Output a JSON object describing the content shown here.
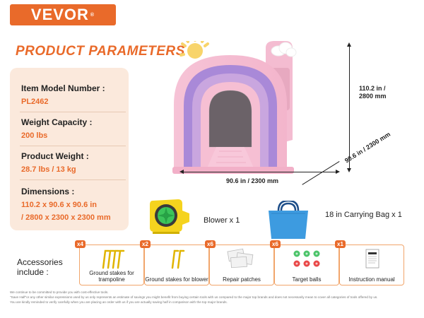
{
  "brand": {
    "name": "VEVOR",
    "registered": "®",
    "color": "#e96a2a"
  },
  "section_title": "PRODUCT PARAMETERS",
  "params": [
    {
      "label": "Item Model Number :",
      "value": "PL2462"
    },
    {
      "label": "Weight Capacity :",
      "value": "200 lbs"
    },
    {
      "label": "Product Weight :",
      "value": "28.7 lbs / 13 kg"
    },
    {
      "label": "Dimensions :",
      "value": "110.2 x 90.6 x 90.6 in",
      "value2": "/ 2800 x 2300 x 2300 mm"
    }
  ],
  "dimensions": {
    "height": "110.2 in / 2800 mm",
    "width": "90.6 in / 2300 mm",
    "depth": "90.6 in / 2300 mm"
  },
  "included": {
    "blower": "Blower x 1",
    "bag": "18 in Carrying Bag x 1"
  },
  "accessories_title": "Accessories include :",
  "accessories": [
    {
      "badge": "x4",
      "label": "Ground stakes for trampoline",
      "icon": "ground-stake-icon"
    },
    {
      "badge": "x2",
      "label": "Ground stakes for blower",
      "icon": "ground-stake-icon"
    },
    {
      "badge": "x6",
      "label": "Repair patches",
      "icon": "repair-patch-icon"
    },
    {
      "badge": "x6",
      "label": "Target balls",
      "icon": "target-ball-icon"
    },
    {
      "badge": "x1",
      "label": "Instruction manual",
      "icon": "manual-icon"
    }
  ],
  "disclaimer": [
    "We continue to be committed to provide you with cost-effective tools.",
    "\"Save Half\"or any other similar expressions used by us only represents an estimate of savings you might benefit from buying certain tools with us compared to the major top brands and does not necessarily mean to cover all categories of tools offered by us.",
    "You are kindly reminded to verify carefully when you are placing an order with us if you are actually saving half in comparison with the top major brands."
  ]
}
